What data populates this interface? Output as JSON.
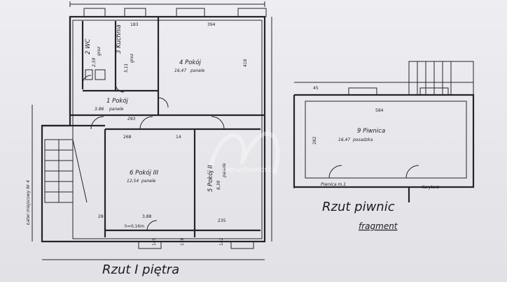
{
  "upper_plan": {
    "title": "Rzut I piętra",
    "rooms": {
      "pokoj1": {
        "name": "1 Pokój",
        "area": "3.86",
        "floor": "panele",
        "dim": "293"
      },
      "wc": {
        "name": "2 WC",
        "area": "2,59",
        "floor": "grez"
      },
      "kuchnia": {
        "name": "3 Kuchnia",
        "area": "5,11",
        "floor": "grez"
      },
      "pokoj4": {
        "name": "4 Pokój",
        "area": "16,47",
        "floor": "panele"
      },
      "pokoj5": {
        "name": "5 Pokój II",
        "area": "8,39",
        "floor": "panele"
      },
      "pokoj6": {
        "name": "6 Pokój III",
        "area": "12,54",
        "floor": "panele"
      }
    },
    "dims": {
      "top_left": "183",
      "top_right": "394",
      "right_side": "418",
      "room6_bottom": "3,88",
      "room5_bottom": "235",
      "height_note": "h=0,16m",
      "stair_label": "Łatwi miejscowy Nr 4",
      "mid_a": "14",
      "mid_b": "268",
      "bl": "28",
      "d1": "145",
      "d2": "110",
      "d3": "142"
    }
  },
  "basement_plan": {
    "title": "Rzut piwnic",
    "subtitle": "fragment",
    "room": {
      "name": "9 Piwnica",
      "area": "16,47",
      "floor": "posadzka"
    },
    "dims": {
      "width": "584",
      "height": "282",
      "top_left": "45"
    },
    "bottom_labels": {
      "left": "Piwnica m.1",
      "right": "Korytarz"
    }
  },
  "watermark": {
    "text": "nieruchomości"
  }
}
